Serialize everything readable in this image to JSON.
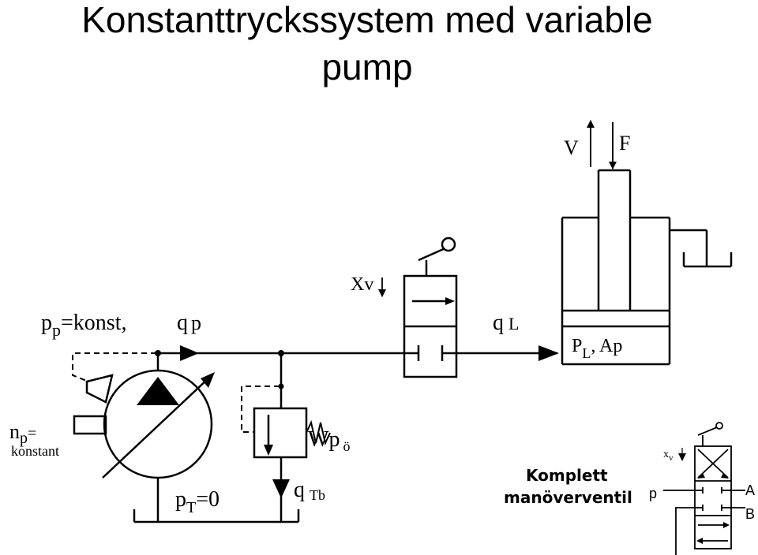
{
  "title": {
    "line1": "Konstanttryckssystem med variable",
    "line2": "pump"
  },
  "labels": {
    "v": "V",
    "f": "F",
    "xv_main": "Xv",
    "pp_p": "p",
    "pp_sub": "p",
    "pp_rest": "=konst,",
    "qp_q": "q",
    "qp_sub": "p",
    "ql_q": "q",
    "ql_sub": "L",
    "pl_p": "P",
    "pl_sub": "L",
    "pl_rest": ",  Ap",
    "np_n": "n",
    "np_sub": "p",
    "np_eq": "=",
    "np_konstant": "konstant",
    "wp_w": "W",
    "wp_p": "p",
    "wp_sub": "ö",
    "qtb_q": "q",
    "qtb_sub": "Tb",
    "pt_p": "p",
    "pt_sub": "T",
    "pt_rest": "=0",
    "komplett_1": "Komplett",
    "komplett_2": "manöverventil",
    "xv_small": "x",
    "xv_small_sub": "v",
    "port_p": "p",
    "port_a": "A",
    "port_b": "B"
  }
}
